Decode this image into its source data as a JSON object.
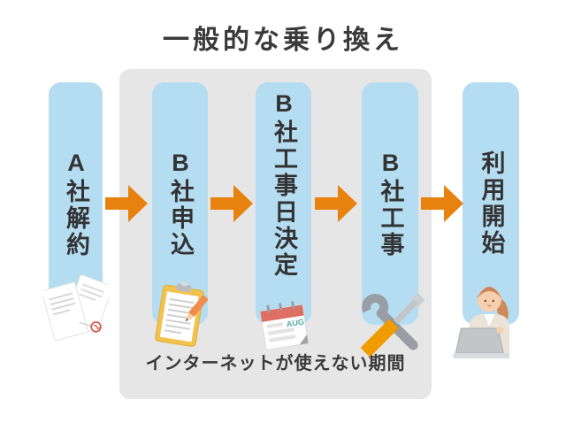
{
  "title": "一般的な乗り換え",
  "steps": [
    {
      "label": "A社解約",
      "icon": "documents-icon"
    },
    {
      "label": "B社申込",
      "icon": "clipboard-icon"
    },
    {
      "label": "B社工事日決定",
      "icon": "calendar-icon"
    },
    {
      "label": "B社工事",
      "icon": "tools-icon"
    },
    {
      "label": "利用開始",
      "icon": "person-laptop-icon"
    }
  ],
  "panel": {
    "label": "インターネットが使えない期間",
    "covers_steps": [
      "B社申込",
      "B社工事日決定",
      "B社工事"
    ]
  },
  "calendar_icon_month": "AUG",
  "arrows": {
    "count": 4,
    "direction": "right"
  },
  "colors": {
    "step_bg": "#b5ddf1",
    "panel_bg": "#e6e6e6",
    "arrow": "#e8820e",
    "text": "#333333",
    "title_text": "#3a3a3a"
  }
}
